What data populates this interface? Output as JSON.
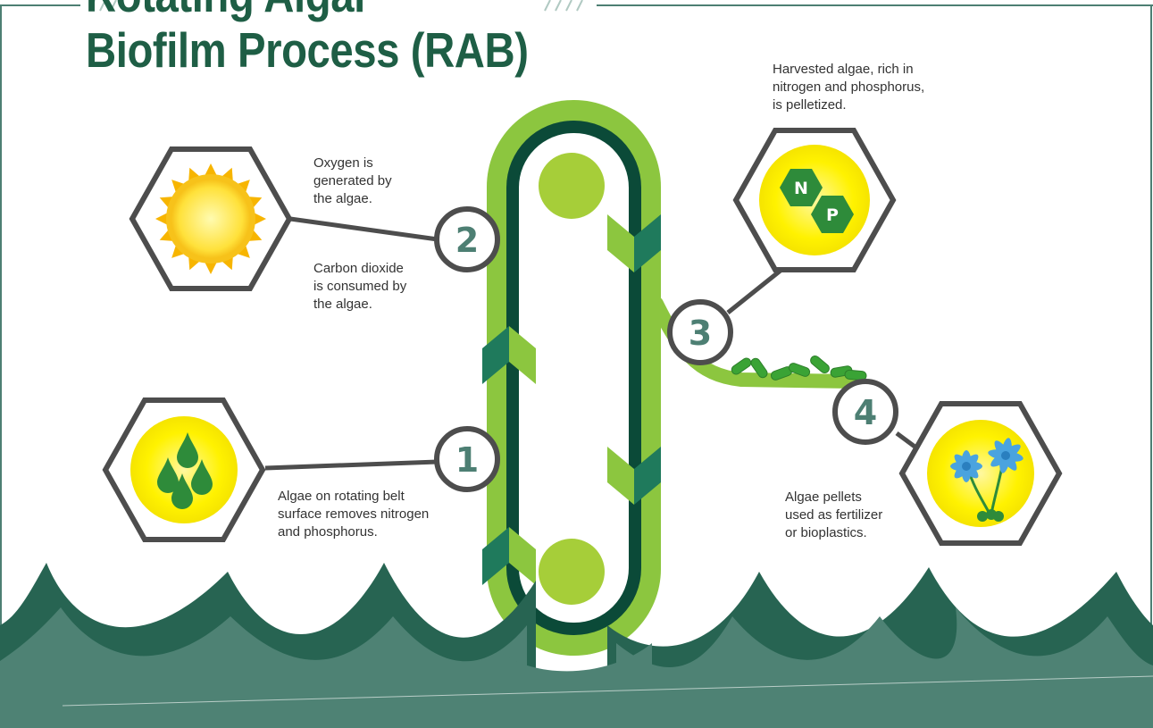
{
  "title": {
    "line1": "Rotating Algal",
    "line2": "Biofilm Process (RAB)"
  },
  "steps": [
    {
      "number": "1",
      "caption": "Algae on rotating belt\nsurface removes nitrogen\nand phosphorus.",
      "icon": "water-drops-icon"
    },
    {
      "number": "2",
      "caption_top": "Oxygen is\ngenerated by\nthe algae.",
      "caption_bottom": "Carbon dioxide\nis consumed by\nthe algae.",
      "icon": "sun-icon"
    },
    {
      "number": "3",
      "caption": "Harvested algae, rich in\nnitrogen and phosphorus,\nis pelletized.",
      "icon": "nutrients-icon"
    },
    {
      "number": "4",
      "caption": "Algae pellets\nused as fertilizer\nor bioplastics.",
      "icon": "flowers-icon"
    }
  ],
  "nutrients": {
    "n": "N",
    "p": "P"
  },
  "colors": {
    "title": "#1e5e45",
    "belt_outer": "#8cc63f",
    "belt_inner": "#0b4a38",
    "roller": "#a6ce39",
    "water_dark": "#276452",
    "water_light": "#4e8274",
    "icon_circle": "#fff200",
    "hexagon": "#4d4d4d",
    "number": "#4d7f73"
  }
}
